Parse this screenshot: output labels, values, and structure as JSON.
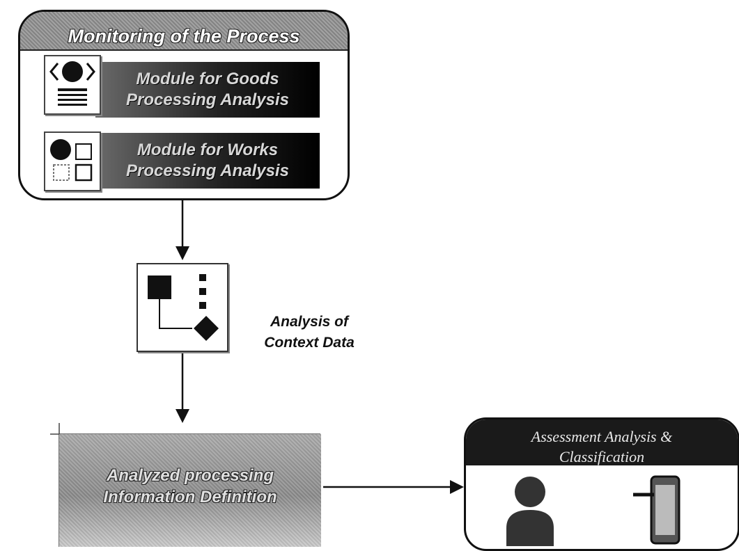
{
  "monitoring": {
    "title": "Monitoring of the Process",
    "modules": [
      {
        "label_line1": "Module for Goods",
        "label_line2": "Processing Analysis",
        "icon": "document-eye-icon"
      },
      {
        "label_line1": "Module for Works",
        "label_line2": "Processing Analysis",
        "icon": "shapes-grid-icon"
      }
    ]
  },
  "context": {
    "label_line1": "Analysis of",
    "label_line2": "Context Data",
    "icon": "flowchart-icon"
  },
  "definition": {
    "label_line1": "Analyzed processing",
    "label_line2": "Information Definition"
  },
  "assessment": {
    "title_line1": "Assessment Analysis &",
    "title_line2": "Classification",
    "icons": [
      "person-icon",
      "mobile-device-icon"
    ]
  },
  "colors": {
    "box_border": "#111111",
    "header_gray": "#8e8e8e",
    "module_dark": "#000000",
    "assess_header": "#1a1a1a",
    "arrow": "#111111"
  }
}
